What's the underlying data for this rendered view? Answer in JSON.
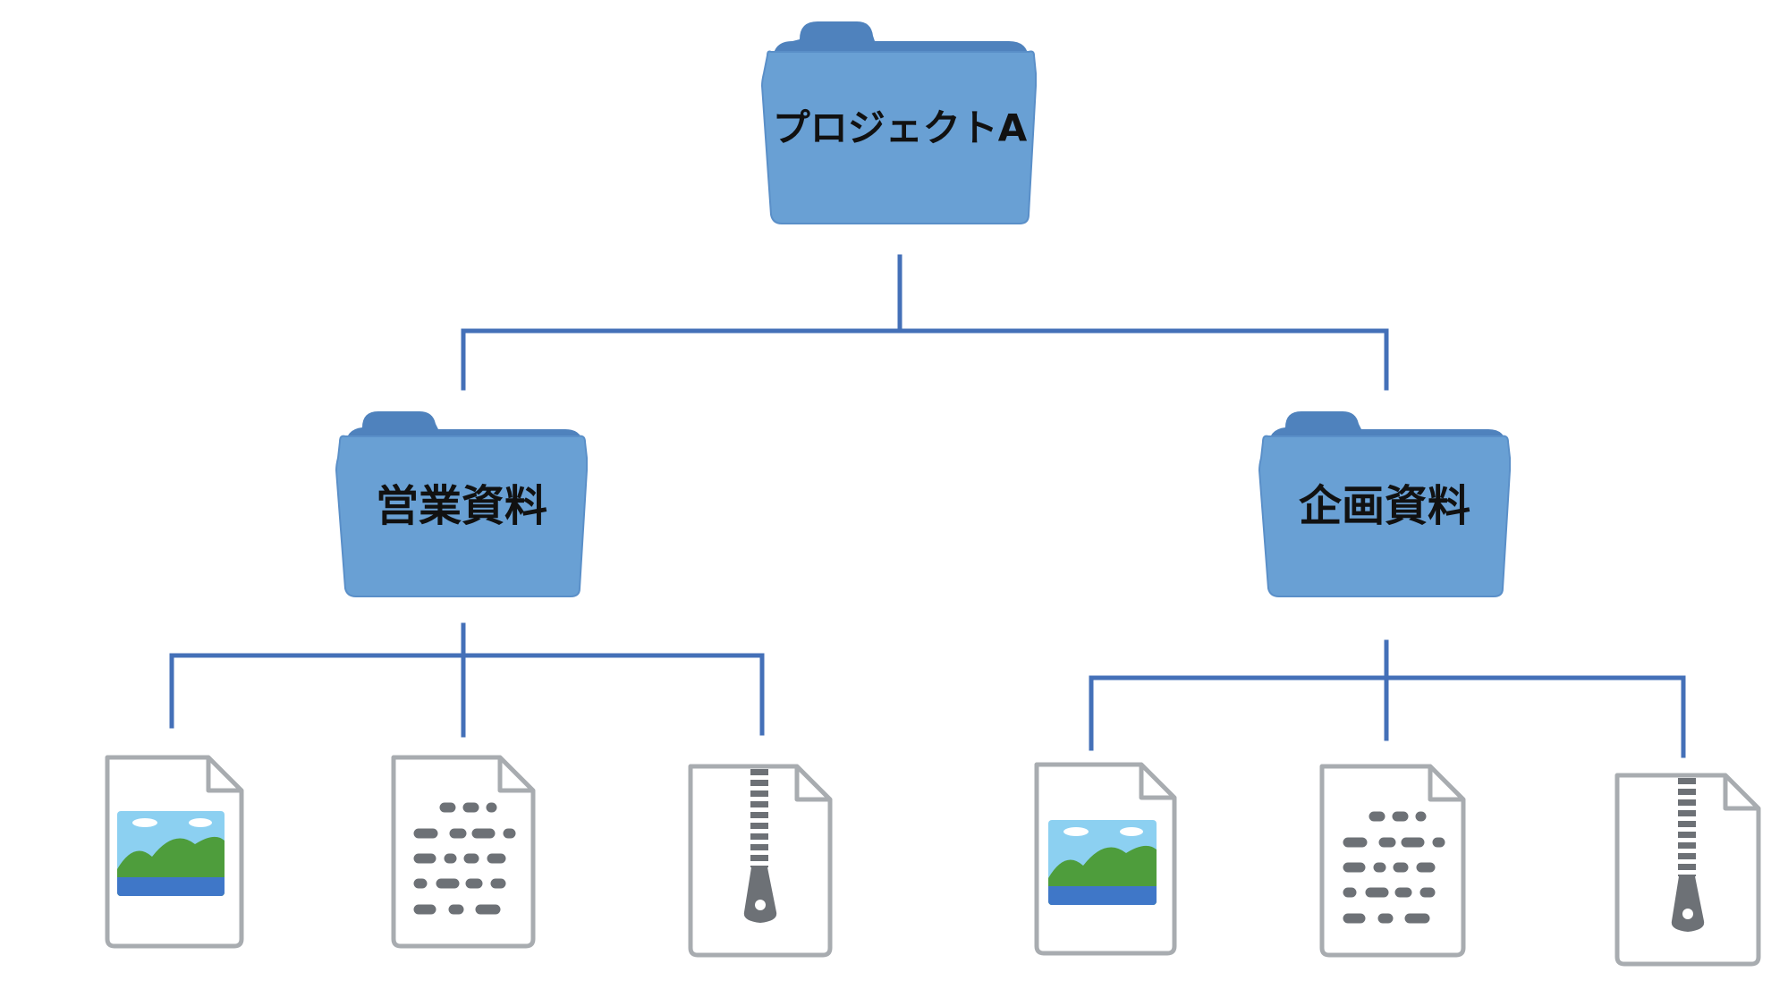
{
  "colors": {
    "connector": "#4470b8",
    "folder_front": "#69a0d4",
    "folder_back": "#4f82bd",
    "folder_edge": "#5a8fc8",
    "file_border": "#a8acb0",
    "file_fill": "#ffffff",
    "text_line": "#6d7176",
    "sky": "#8cd0f1",
    "hill": "#4e9d3c",
    "water": "#3f77c8",
    "zipper": "#6d7176"
  },
  "root": {
    "label": "プロジェクトA",
    "icon": "folder-icon"
  },
  "folders": [
    {
      "label": "営業資料",
      "icon": "folder-icon",
      "files": [
        {
          "kind": "image-file-icon"
        },
        {
          "kind": "text-file-icon"
        },
        {
          "kind": "zip-file-icon"
        }
      ]
    },
    {
      "label": "企画資料",
      "icon": "folder-icon",
      "files": [
        {
          "kind": "image-file-icon"
        },
        {
          "kind": "text-file-icon"
        },
        {
          "kind": "zip-file-icon"
        }
      ]
    }
  ]
}
